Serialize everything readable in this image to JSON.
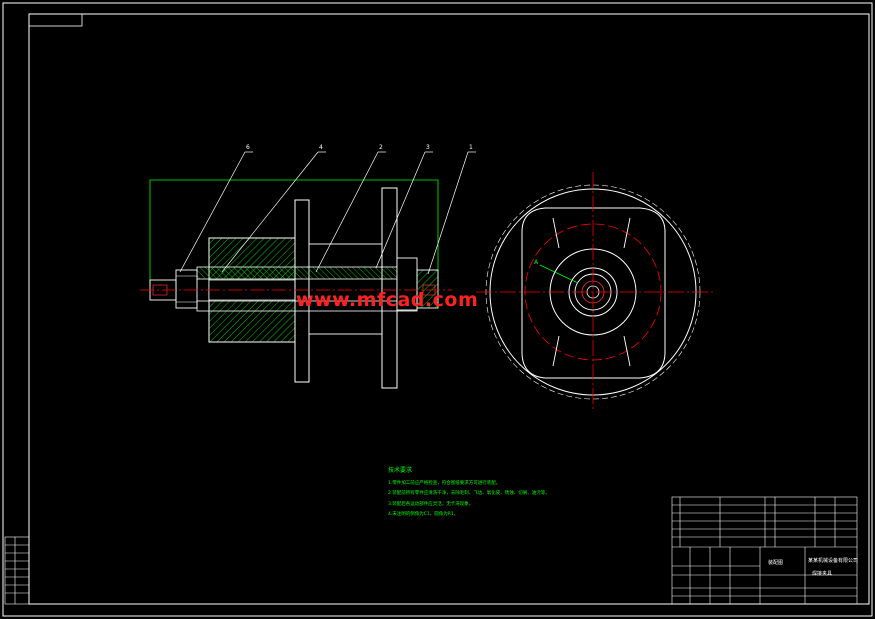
{
  "watermark": "www.mfcad.com",
  "balloons": [
    "6",
    "4",
    "2",
    "3",
    "1"
  ],
  "section_label": "A",
  "tech_requirements": {
    "title": "技术要求",
    "items": [
      "1.零件加工前应严格检查，符合图纸要求方可进行装配。",
      "2.装配前所有零件应清洗干净，去除毛刺、飞边、氧化皮、锈蚀、切屑、油污等。",
      "3.装配后各运动部件应灵活，无卡滞现象。",
      "4.未注明的倒角为C1，圆角为R1。"
    ]
  },
  "title_block": {
    "drawing_name": "焊接夹具",
    "company": "某某机械设备有限公司",
    "assembly_label": "装配图"
  },
  "colors": {
    "background": "#000000",
    "outline": "#ffffff",
    "centerline": "#ff0000",
    "dimension": "#00ff00",
    "hatch": "#00ff00",
    "watermark": "#ff2020"
  }
}
